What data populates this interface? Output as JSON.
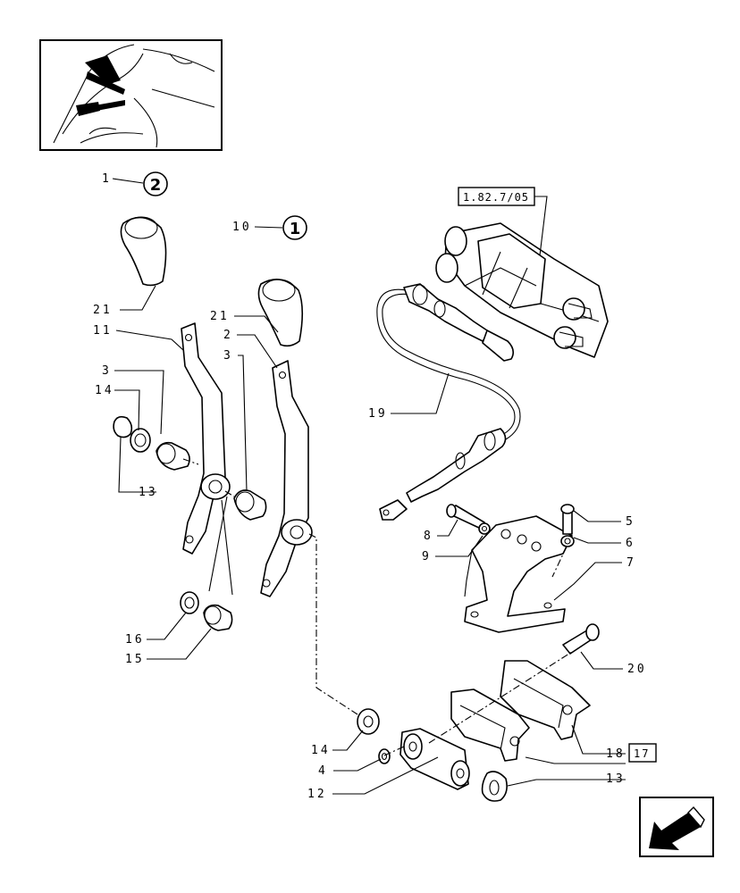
{
  "ref_box_top": "1.82.7/05",
  "ref_box_bottom": "17",
  "circled": [
    {
      "num": "1",
      "glyph": "2"
    },
    {
      "num": "10",
      "glyph": "1"
    }
  ],
  "callouts": {
    "c21a": "21",
    "c11": "11",
    "c3a": "3",
    "c14a": "14",
    "c13a": "13",
    "c21b": "21",
    "c2": "2",
    "c3b": "3",
    "c16": "16",
    "c15": "15",
    "c19": "19",
    "c8": "8",
    "c9": "9",
    "c5": "5",
    "c6": "6",
    "c7": "7",
    "c20": "20",
    "c14b": "14",
    "c4": "4",
    "c12": "12",
    "c18": "18",
    "c13b": "13"
  },
  "colors": {
    "line": "#000000",
    "background": "#ffffff",
    "nav_arrow": "#000000"
  },
  "icons": {
    "nav": "bottom-left-arrow-icon"
  }
}
